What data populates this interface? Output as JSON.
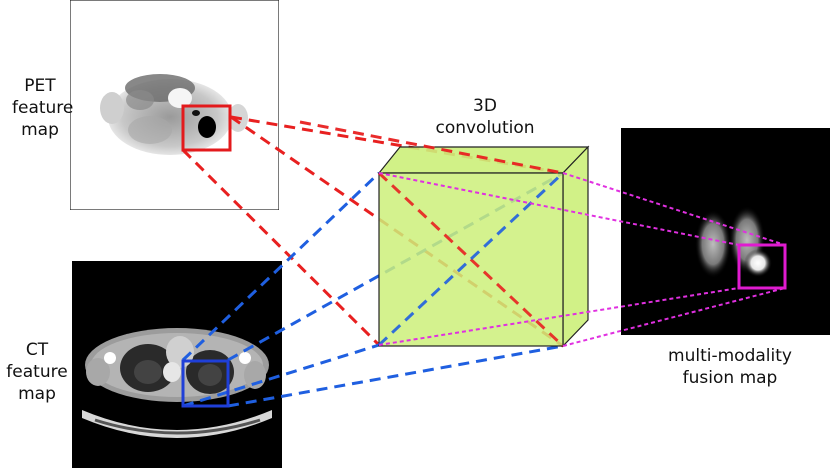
{
  "labels": {
    "pet": "PET\nfeature\nmap",
    "ct": "CT\nfeature\nmap",
    "conv": "3D\nconvolution",
    "fusion": "multi-modality\nfusion map"
  },
  "colors": {
    "pet_box": "#e31a1c",
    "ct_box": "#1f3fd8",
    "fusion_box": "#e01bd0",
    "pet_lines": "#e82020",
    "ct_lines": "#1f5fe0",
    "fusion_lines": "#e030e0",
    "cube_fill": "#ccf07a"
  }
}
